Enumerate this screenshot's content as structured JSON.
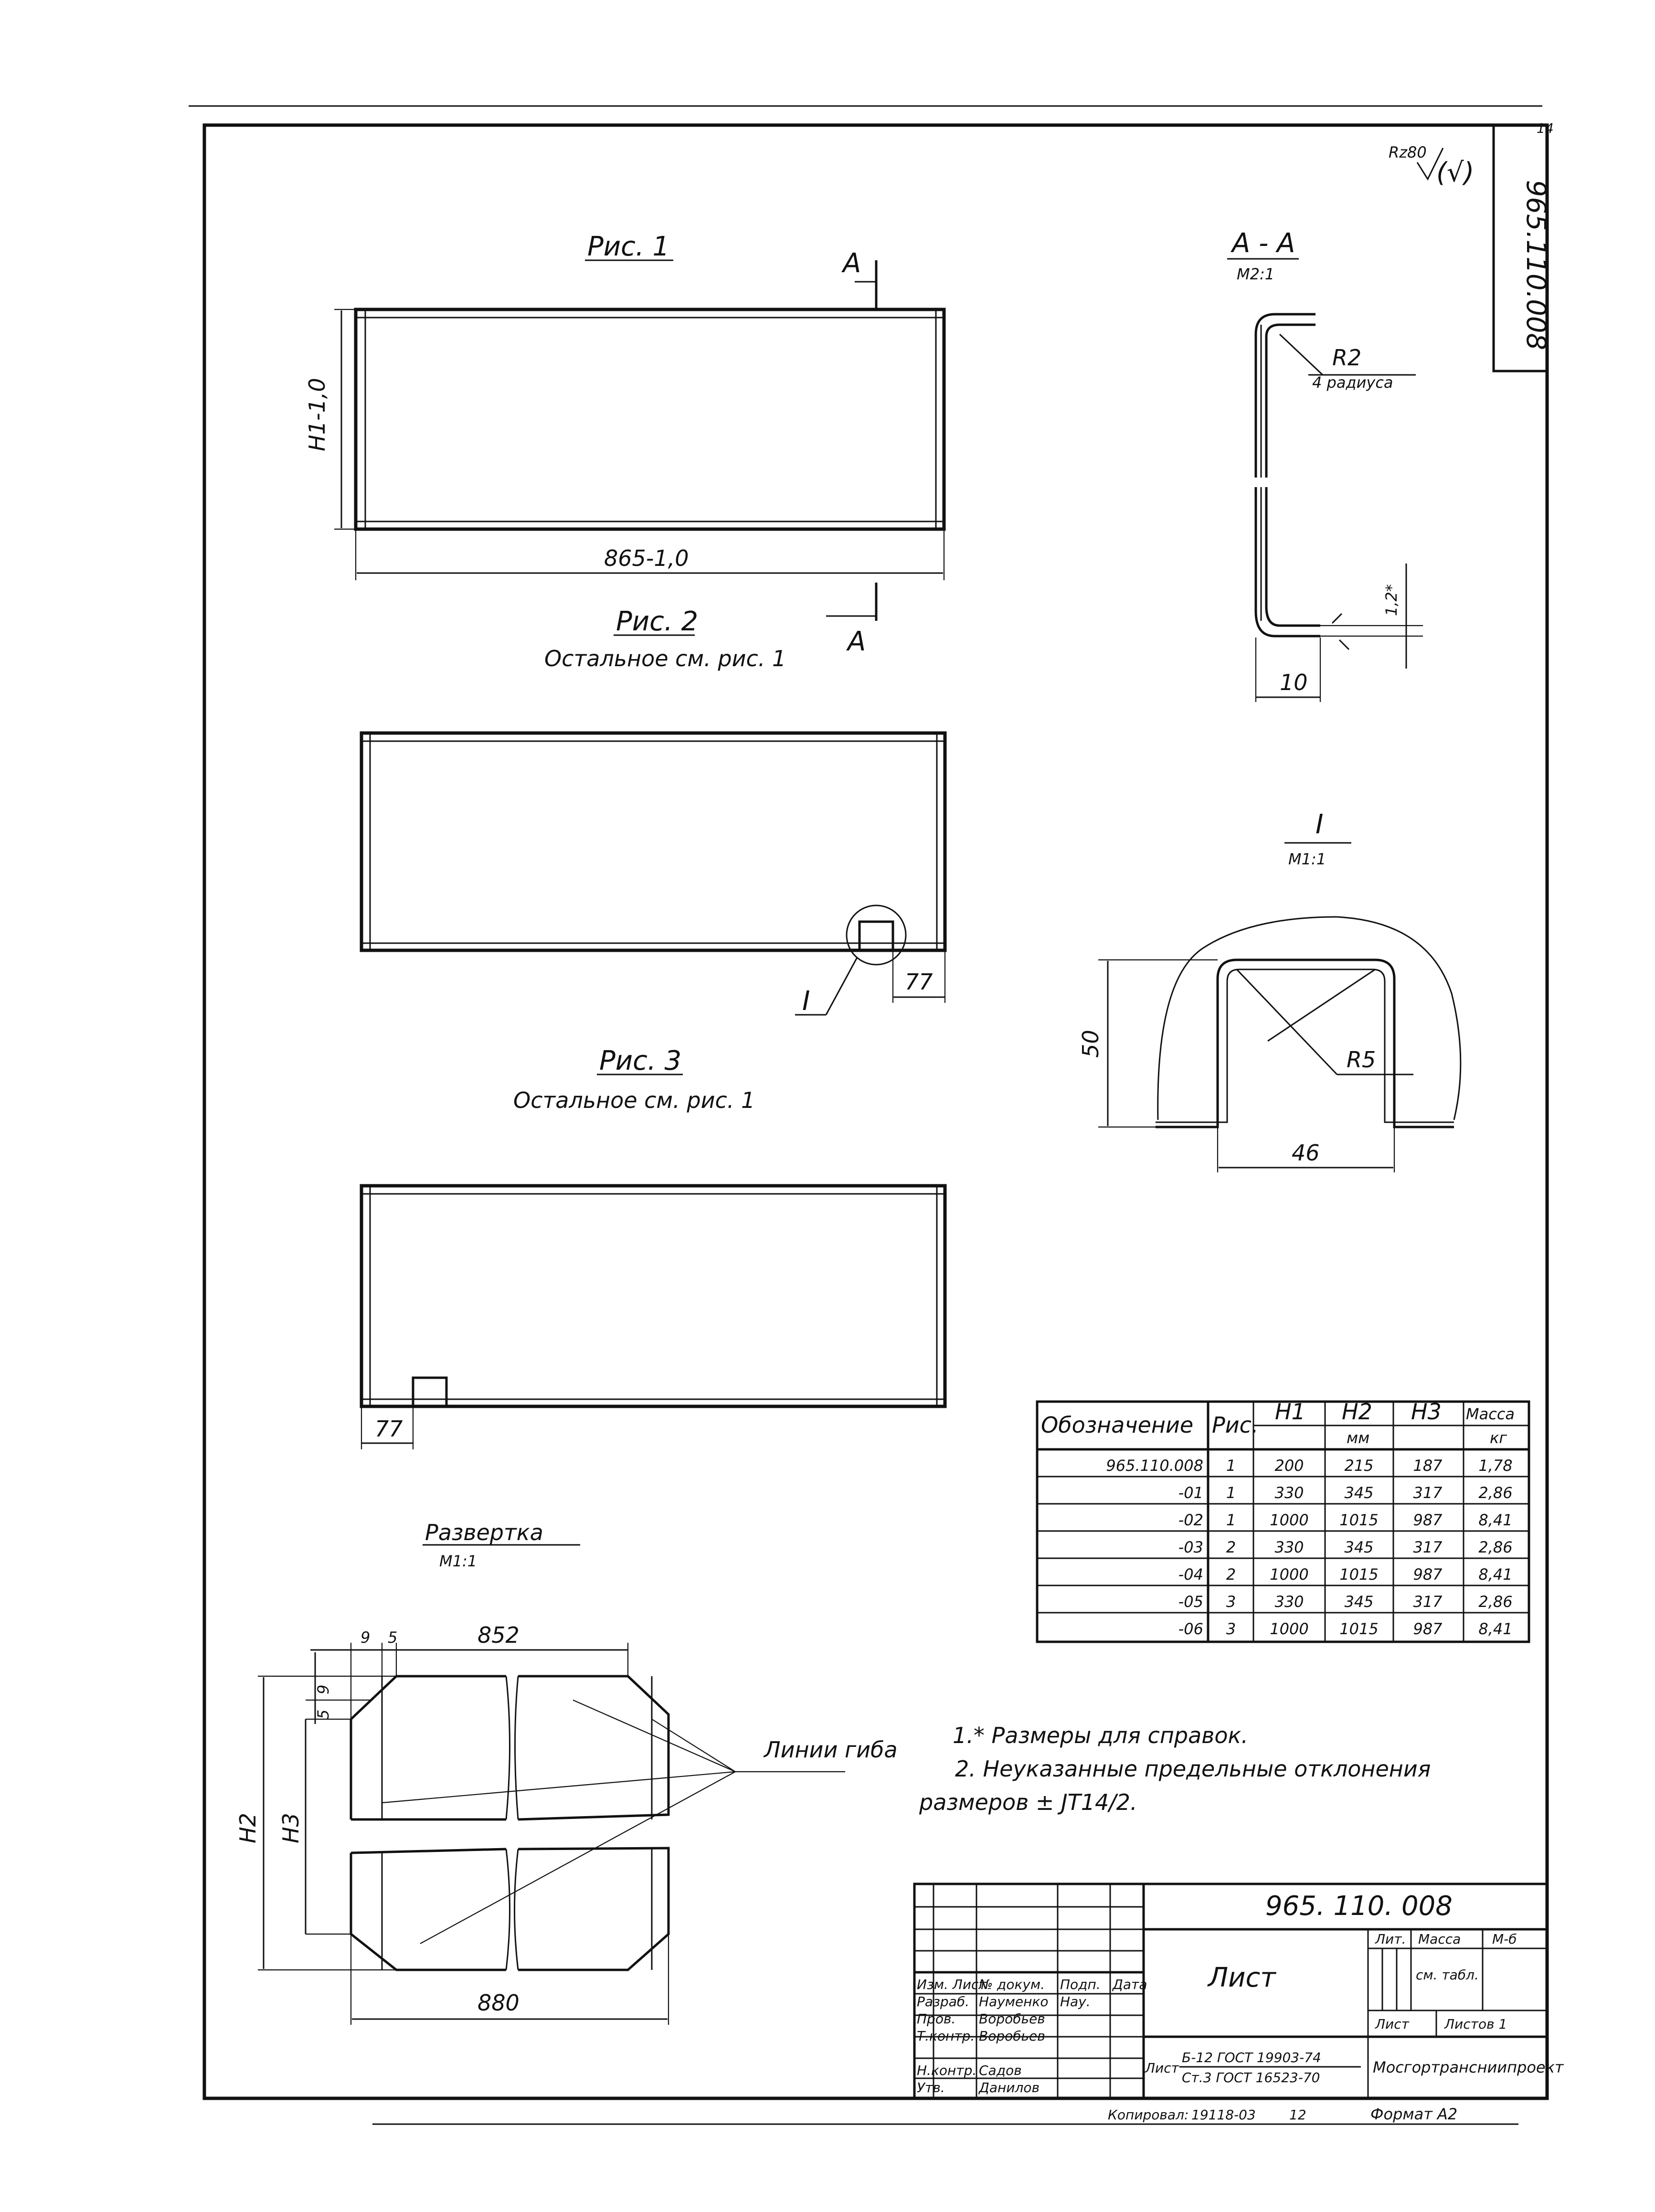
{
  "stamp": {
    "surface_finish": "Rz80",
    "finish_rest": "(√)",
    "doc_number_vertical": "965.110.008",
    "corner_mark": "14"
  },
  "fig1": {
    "title": "Рис. 1",
    "dim_height": "H1-1,0",
    "dim_length": "865-1,0",
    "section_mark": "A"
  },
  "fig2": {
    "title": "Рис. 2",
    "note": "Остальное см. рис. 1",
    "detail_mark": "I",
    "dim_offset": "77"
  },
  "fig3": {
    "title": "Рис. 3",
    "note": "Остальное см. рис. 1",
    "dim_offset": "77"
  },
  "section_aa": {
    "title": "А - А",
    "scale": "М2:1",
    "radius_label": "R2",
    "radius_count": "4 радиуса",
    "dim_thickness": "1,2*",
    "dim_flange": "10"
  },
  "detail1": {
    "title": "I",
    "scale": "М1:1",
    "dim_height": "50",
    "dim_width": "46",
    "radius_label": "R5"
  },
  "unfold": {
    "title": "Развертка",
    "scale": "М1:1",
    "dim_9": "9",
    "dim_5": "5",
    "dim_852": "852",
    "dim_880": "880",
    "dim_v5": "5",
    "dim_v9": "9",
    "dim_h3": "H3",
    "dim_h2": "H2",
    "bend_lines": "Линии гиба"
  },
  "table": {
    "headers": {
      "designation": "Обозначение",
      "fig": "Рис.",
      "h1": "H1",
      "h2": "H2",
      "h3": "H3",
      "mass": "Масса",
      "unit_mm": "мм",
      "unit_kg": "кг"
    },
    "rows": [
      {
        "designation": "965.110.008",
        "fig": "1",
        "h1": "200",
        "h2": "215",
        "h3": "187",
        "mass": "1,78"
      },
      {
        "designation": "-01",
        "fig": "1",
        "h1": "330",
        "h2": "345",
        "h3": "317",
        "mass": "2,86"
      },
      {
        "designation": "-02",
        "fig": "1",
        "h1": "1000",
        "h2": "1015",
        "h3": "987",
        "mass": "8,41"
      },
      {
        "designation": "-03",
        "fig": "2",
        "h1": "330",
        "h2": "345",
        "h3": "317",
        "mass": "2,86"
      },
      {
        "designation": "-04",
        "fig": "2",
        "h1": "1000",
        "h2": "1015",
        "h3": "987",
        "mass": "8,41"
      },
      {
        "designation": "-05",
        "fig": "3",
        "h1": "330",
        "h2": "345",
        "h3": "317",
        "mass": "2,86"
      },
      {
        "designation": "-06",
        "fig": "3",
        "h1": "1000",
        "h2": "1015",
        "h3": "987",
        "mass": "8,41"
      }
    ]
  },
  "notes": {
    "n1": "1.* Размеры для справок.",
    "n2a": "2. Неуказанные предельные отклонения",
    "n2b": "размеров ± JT14/2."
  },
  "title_block": {
    "doc_number": "965. 110. 008",
    "part_name": "Лист",
    "lit_label": "Лит.",
    "mass_label": "Масса",
    "scale_label": "М-б",
    "mass_value": "см. табл.",
    "sheet_label": "Лист",
    "sheets_label": "Листов 1",
    "material_prefix": "Лист",
    "material_line1": "Б-12 ГОСТ 19903-74",
    "material_line2": "Ст.3 ГОСТ 16523-70",
    "organization": "Мосгортрансниипроект",
    "roles": [
      {
        "role": "Изм. Лист",
        "name": "№ докум.",
        "sign": "Подп.",
        "date": "Дата"
      },
      {
        "role": "Разраб.",
        "name": "Науменко",
        "sign": "Нау.",
        "date": ""
      },
      {
        "role": "Пров.",
        "name": "Воробьев",
        "sign": "",
        "date": ""
      },
      {
        "role": "Т.контр.",
        "name": "Воробьев",
        "sign": "",
        "date": ""
      },
      {
        "role": "",
        "name": "",
        "sign": "",
        "date": ""
      },
      {
        "role": "Н.контр.",
        "name": "Садов",
        "sign": "",
        "date": ""
      },
      {
        "role": "Утв.",
        "name": "Данилов",
        "sign": "",
        "date": ""
      }
    ],
    "copied_label": "Копировал:",
    "copied_number": "19118-03",
    "copied_sheet": "12",
    "format_label": "Формат А2"
  }
}
